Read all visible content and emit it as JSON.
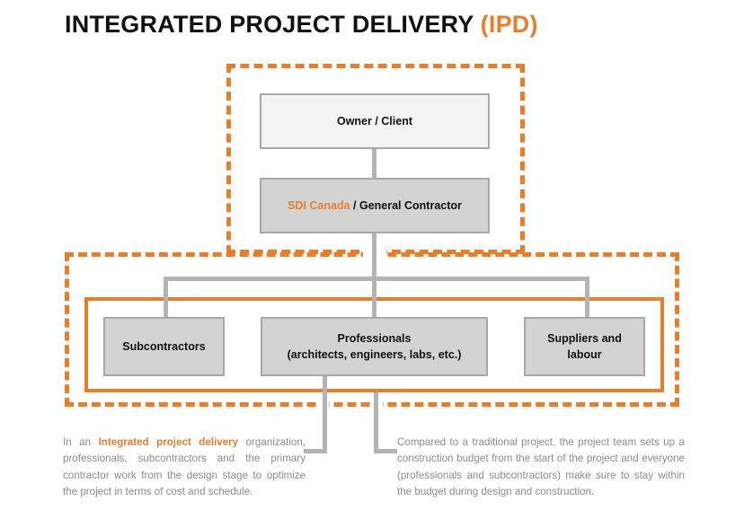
{
  "title": {
    "main": "INTEGRATED PROJECT DELIVERY ",
    "accent": "(IPD)"
  },
  "colors": {
    "accent_orange": "#e87e2a",
    "connector_gray": "#b3b3b3",
    "node_border_gray": "#a8a8a8",
    "node_fill_light": "#f4f4f4",
    "node_fill_gray": "#d3d3d3",
    "caption_text": "#8c8c8c",
    "title_text": "#111111"
  },
  "diagram": {
    "nodes": {
      "owner": {
        "label": "Owner / Client"
      },
      "general_contractor": {
        "accent_label": "SDI Canada",
        "label": " / General Contractor"
      },
      "subcontractors": {
        "label": "Subcontractors"
      },
      "professionals": {
        "line1": "Professionals",
        "line2": "(architects, engineers, labs, etc.)"
      },
      "suppliers": {
        "line1": "Suppliers and",
        "line2": "labour"
      }
    }
  },
  "captions": {
    "left": {
      "pre": "In an ",
      "accent": "Integrated project delivery",
      "post": " organization, professionals, subcontractors and the primary contractor work from the design stage to optimize the project in terms of cost and schedule."
    },
    "right": {
      "text": "Compared to a traditional project, the project team sets up a construction budget from the start of the project and everyone (professionals and subcontractors) make sure to stay within the budget during design and construction."
    }
  }
}
